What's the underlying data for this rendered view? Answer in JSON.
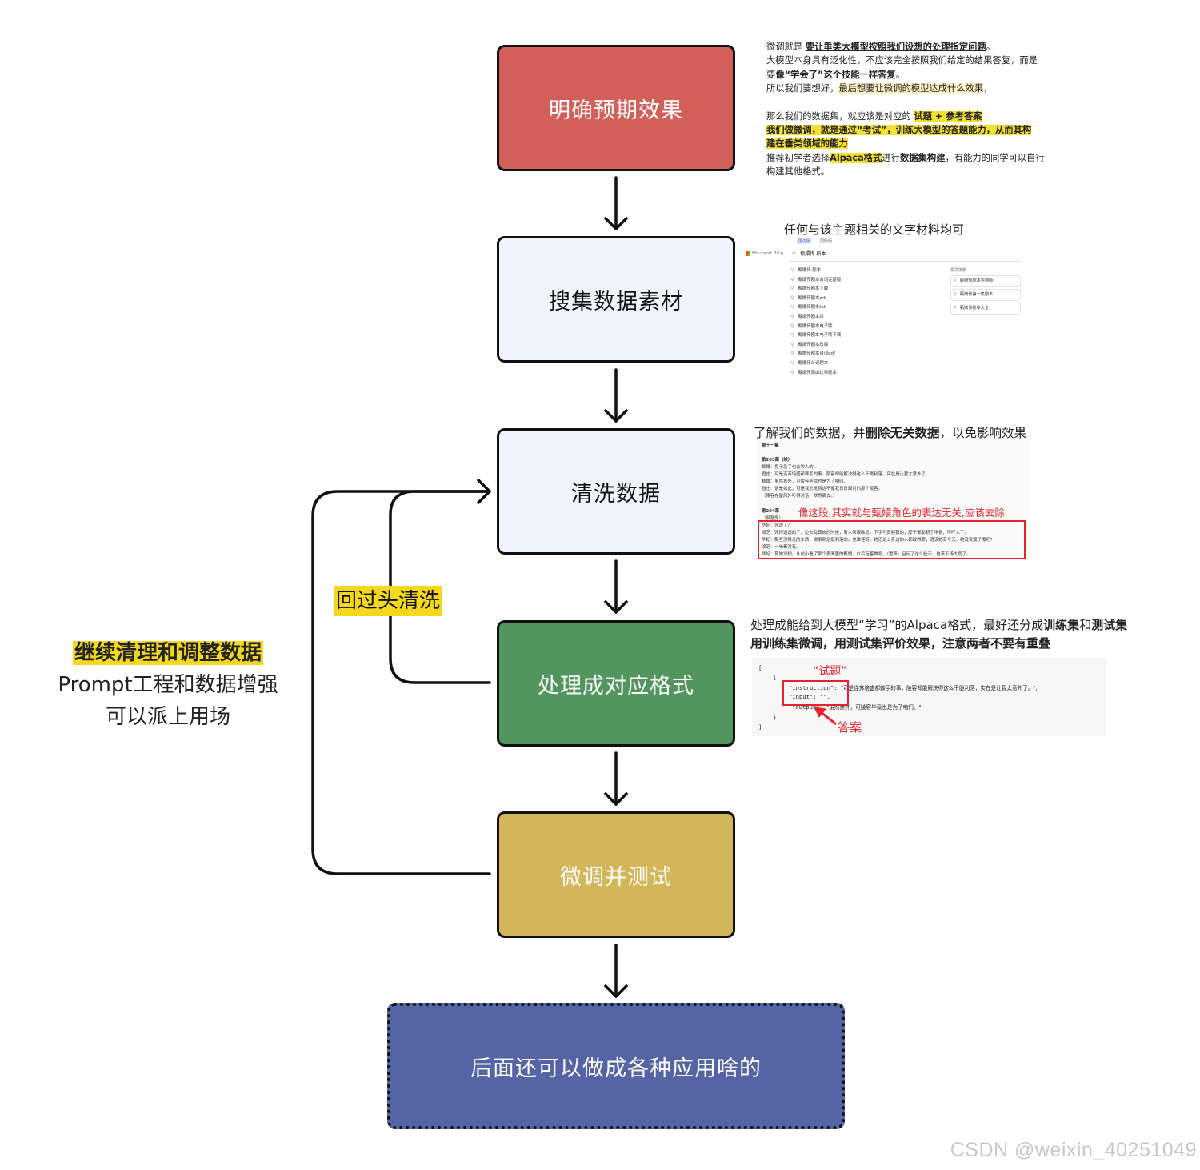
{
  "steps": {
    "define_goal": "明确预期效果",
    "collect_data": "搜集数据素材",
    "clean_data": "清洗数据",
    "format_data": "处理成对应格式",
    "finetune_test": "微调并测试",
    "applications": "后面还可以做成各种应用啥的"
  },
  "loops": {
    "inner_label": "回过头清洗",
    "side_note_title": "继续清理和调整数据",
    "side_note_line2": "Prompt工程和数据增强",
    "side_note_line3": "可以派上用场"
  },
  "note_define_goal": {
    "l1_a": "微调就是 ",
    "l1_b": "要让垂类大模型按照我们设想的处理指定问题",
    "l1_c": "。",
    "l2": "大模型本身具有泛化性，不应该完全按照我们给定的结果答复，而是",
    "l3_a": "要",
    "l3_b": "像“学会了”这个技能一样答复",
    "l3_c": "。",
    "l4_a": "所以我们要想好，",
    "l4_b": "最后想要让微调的模型达成什么效果",
    "l4_c": "，",
    "l5_a": "那么我们的数据集，就应该是对应的 ",
    "l5_b": "试题 + 参考答案",
    "l6": "我们做微调，就是通过“考试”，训练大模型的答题能力，从而其构",
    "l7": "建在垂类领域的能力",
    "l8_a": "推荐初学者选择",
    "l8_b": "Alpaca格式",
    "l8_c": "进行",
    "l8_d": "数据集构建",
    "l8_e": "，有能力的同学可以自行",
    "l9": "构建其他格式。"
  },
  "note_collect": {
    "caption": "任何与该主题相关的文字材料均可",
    "brand": "Microsoft Bing",
    "tab_active": "国内版",
    "tab_other": "国际版",
    "query": "甄嬛传 剧本",
    "suggestions": [
      "甄嬛传 剧本",
      "甄嬛传剧本台词完整版",
      "甄嬛传剧本下载",
      "甄嬛传剧本pdf",
      "甄嬛传剧本txt",
      "甄嬛传剧本杀",
      "甄嬛传剧本电子版",
      "甄嬛传剧本电子版下载",
      "甄嬛传剧本改编",
      "甄嬛传剧本台词pdf",
      "甄嬛传台词剧本",
      "甄嬛传滴血认亲剧本"
    ],
    "related_heading": "相关搜索",
    "related": [
      "甄嬛传剧本完整版",
      "甄嬛传第一集剧本",
      "甄嬛传剧本大全"
    ]
  },
  "note_clean": {
    "caption_a": "了解我们的数据，并",
    "caption_b": "删除无关数据",
    "caption_c": "，以免影响效果",
    "red_note": "像这段,其实就与甄嬛角色的表达无关,应该去除",
    "script_lines": [
      "第十一集",
      "第203幕（续）",
      "甄嬛：兔子急了也会咬人的。",
      "眉庄：可是连苏培盛都棘手的事，陵容却能解决得这么干脆利落，实在是让我太意外了。",
      "甄嬛：虽然意外，可陵容毕竟也是为了咱们。",
      "眉庄：话是如此，可是我总觉得这不像我日日面对的那个陵容。",
      "（陵容在屋风外听得对话，默然离去。）",
      "第204幕",
      "（御膳房）",
      "华妃：死透了？",
      "颂芝：死得透透的了，拉去乱葬岗的时候，有人亲眼瞧见。下手可真够狠的，脖子都勒断了半根，可吓人了。",
      "华妃：那些没根儿的东西，做事倒是挺利落的。也难怪呀，她还是上身边的人都敢得罪，活该她有今天。她没说漏了嘴吧?",
      "颂芝：一句都没有。",
      "华妃：算她识相。从前小看了那个表面里的甄嬛，以后走着瞧吧。（雷声）且问了这么些天，也该下场大雨了。"
    ]
  },
  "note_format": {
    "caption_a": "处理成能给到大模型“学习”的Alpaca格式，最好还分成",
    "caption_b": "训练集",
    "caption_c": "和",
    "caption_d": "测试集",
    "caption_e": "用训练集微调，用测试集评价效果，注意两者不要有重叠",
    "q_label": "“试题”",
    "a_label": "答案",
    "code": {
      "open_bracket": "[",
      "open_brace": "{",
      "instruction_key": "\"instruction\":",
      "instruction_val": "\"可是连苏培盛都棘手的事，陵容却能解决得这么干脆利落，实在是让我太意外了。\",",
      "input_key": "\"input\": \"\",",
      "output_key": "\"output\":",
      "output_val": "\"虽然意外，可陵容毕竟也是为了咱们。\"",
      "close_brace": "}",
      "close_bracket": "]"
    }
  },
  "watermark": "CSDN @weixin_40251049",
  "colors": {
    "define_goal": "#d25f5a",
    "collect_data": "#eff3fb",
    "clean_data": "#eff3fb",
    "format_data": "#52955f",
    "finetune_test": "#d3b55a",
    "applications": "#5464a5",
    "highlight": "#f4d81d",
    "annotation_red": "#e3242b"
  }
}
